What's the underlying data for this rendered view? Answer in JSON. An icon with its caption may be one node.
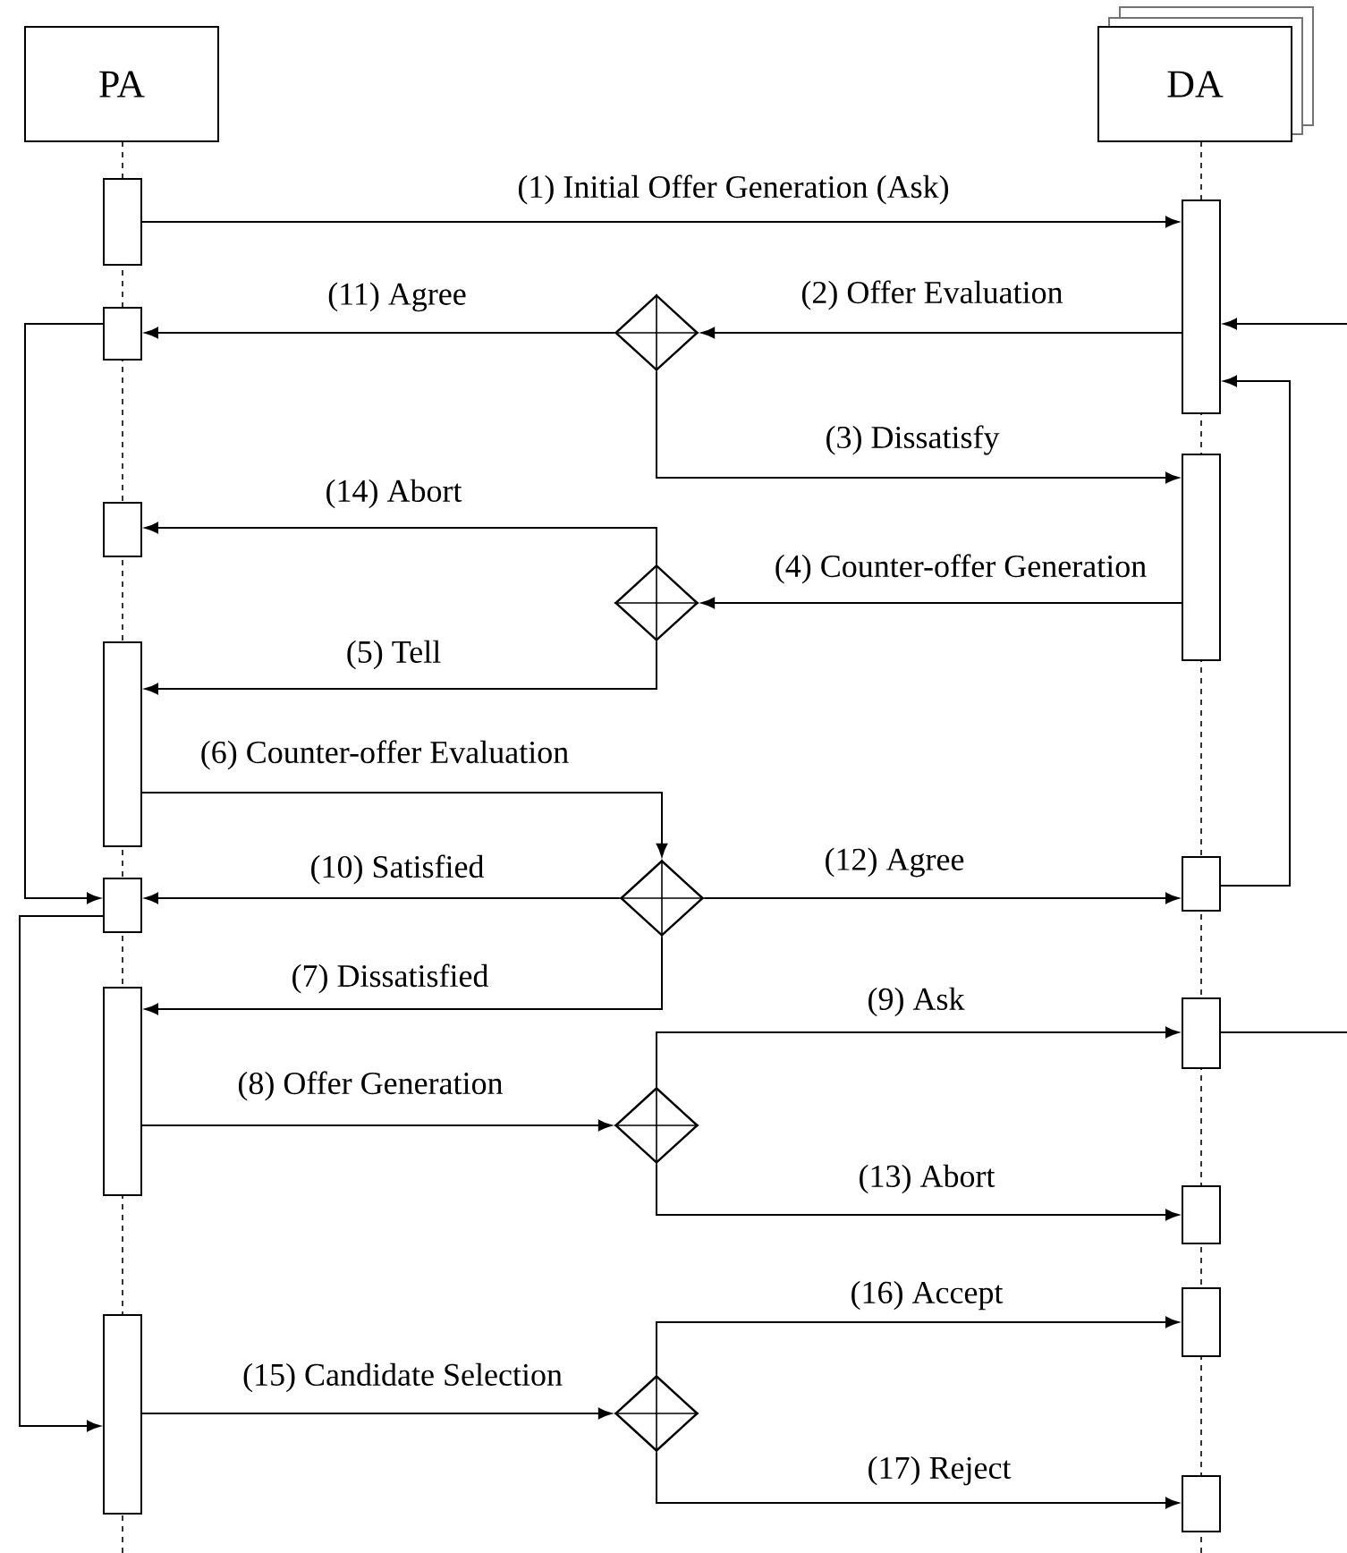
{
  "diagram": {
    "nodes": [
      {
        "text": [
          "PA"
        ]
      },
      {
        "text": [
          "DA"
        ]
      },
      {
        "text": [],
        "shape": "bar"
      },
      {
        "text": [],
        "shape": "bar"
      },
      {
        "text": [],
        "shape": "bar"
      },
      {
        "text": [],
        "shape": "bar"
      },
      {
        "text": [],
        "shape": "bar"
      },
      {
        "text": [],
        "shape": "bar"
      },
      {
        "text": [],
        "shape": "bar"
      },
      {
        "text": [],
        "shape": "bar"
      },
      {
        "text": [],
        "shape": "bar"
      },
      {
        "text": [],
        "shape": "bar"
      },
      {
        "text": [],
        "shape": "bar"
      },
      {
        "text": [],
        "shape": "bar"
      },
      {
        "text": [],
        "shape": "bar"
      },
      {
        "text": [],
        "shape": "bar"
      },
      {
        "text": [],
        "shape": "diamond"
      },
      {
        "text": [],
        "shape": "diamond"
      },
      {
        "text": [],
        "shape": "diamond"
      },
      {
        "text": [],
        "shape": "diamond"
      },
      {
        "text": [],
        "shape": "diamond"
      }
    ],
    "edges": [
      {
        "from": 2,
        "to": 9,
        "arrow": "to",
        "label": "(1) Initial Offer Generation (Ask)"
      },
      {
        "from": 9,
        "to": 16,
        "arrow": "to",
        "label": "(2) Offer Evaluation"
      },
      {
        "from": 16,
        "to": 3,
        "arrow": "to",
        "label": "(11) Agree"
      },
      {
        "from": 16,
        "to": 10,
        "arrow": "to",
        "label": "(3) Dissatisfy"
      },
      {
        "from": 10,
        "to": 17,
        "arrow": "to",
        "label": "(4) Counter-offer Generation"
      },
      {
        "from": 17,
        "to": 4,
        "arrow": "to",
        "label": "(14) Abort"
      },
      {
        "from": 17,
        "to": 5,
        "arrow": "to",
        "label": "(5) Tell"
      },
      {
        "from": 5,
        "to": 18,
        "arrow": "to",
        "label": "(6) Counter-offer Evaluation"
      },
      {
        "from": 18,
        "to": 6,
        "arrow": "to",
        "label": "(10) Satisfied"
      },
      {
        "from": 18,
        "to": 11,
        "arrow": "to",
        "label": "(12) Agree"
      },
      {
        "from": 18,
        "to": 7,
        "arrow": "to",
        "label": "(7) Dissatisfied"
      },
      {
        "from": 7,
        "to": 19,
        "arrow": "to",
        "label": "(8) Offer Generation"
      },
      {
        "from": 19,
        "to": 12,
        "arrow": "to",
        "label": "(9) Ask"
      },
      {
        "from": 19,
        "to": 13,
        "arrow": "to",
        "label": "(13) Abort"
      },
      {
        "from": 8,
        "to": 20,
        "arrow": "to",
        "label": "(15) Candidate Selection"
      },
      {
        "from": 20,
        "to": 14,
        "arrow": "to",
        "label": "(16) Accept"
      },
      {
        "from": 20,
        "to": 15,
        "arrow": "to",
        "label": "(17) Reject"
      },
      {
        "from": 3,
        "to": 6,
        "arrow": "to"
      },
      {
        "from": 6,
        "to": 8,
        "arrow": "to"
      },
      {
        "from": 11,
        "to": 9,
        "arrow": "to"
      },
      {
        "from": null,
        "to": 9,
        "arrow": "to"
      },
      {
        "from": 12,
        "to": null,
        "arrow": "none"
      }
    ]
  }
}
